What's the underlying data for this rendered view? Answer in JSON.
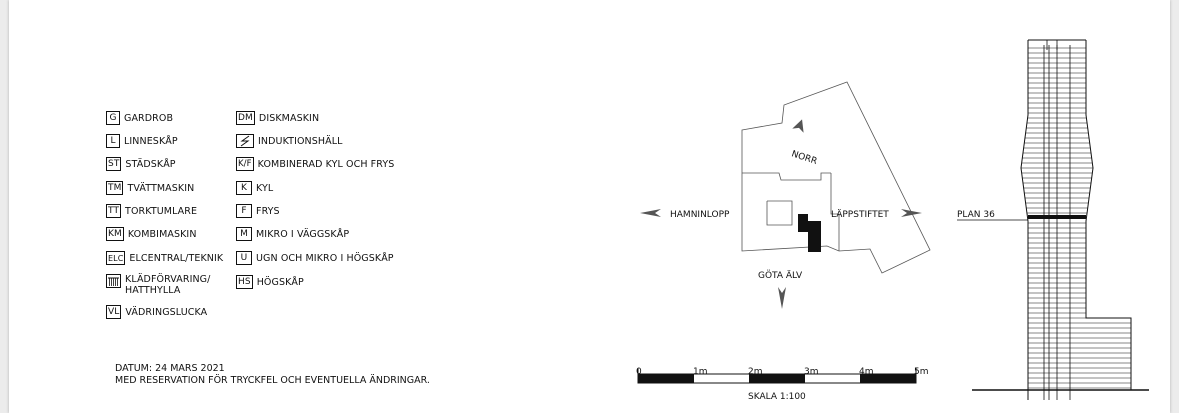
{
  "legend": {
    "col1": [
      {
        "code": "G",
        "label": "GARDROB"
      },
      {
        "code": "L",
        "label": "LINNESKÅP"
      },
      {
        "code": "ST",
        "label": "STÄDSKÅP"
      },
      {
        "code": "TM",
        "label": "TVÄTTMASKIN"
      },
      {
        "code": "TT",
        "label": "TORKTUMLARE"
      },
      {
        "code": "KM",
        "label": "KOMBIMASKIN"
      },
      {
        "code": "ELC",
        "label": "ELCENTRAL/TEKNIK"
      },
      {
        "code": "",
        "label": "KLÄDFÖRVARING/",
        "label2": "HATTHYLLA",
        "icon": "hatrack-icon"
      },
      {
        "code": "VL",
        "label": "VÄDRINGSLUCKA"
      }
    ],
    "col2": [
      {
        "code": "DM",
        "label": "DISKMASKIN"
      },
      {
        "code": "",
        "label": "INDUKTIONSHÄLL",
        "icon": "induction-icon"
      },
      {
        "code": "K/F",
        "label": "KOMBINERAD KYL OCH FRYS"
      },
      {
        "code": "K",
        "label": "KYL"
      },
      {
        "code": "F",
        "label": "FRYS"
      },
      {
        "code": "M",
        "label": "MIKRO I VÄGGSKÅP"
      },
      {
        "code": "U",
        "label": "UGN OCH MIKRO I HÖGSKÅP"
      },
      {
        "code": "HS",
        "label": "HÖGSKÅP"
      }
    ]
  },
  "footer": {
    "date": "DATUM: 24 MARS 2021",
    "disclaimer": "MED RESERVATION FÖR TRYCKFEL OCH EVENTUELLA ÄNDRINGAR."
  },
  "siteplan": {
    "north": "NORR",
    "west": "HAMNINLOPP",
    "east": "LÄPPSTIFTET",
    "south": "GÖTA ÄLV"
  },
  "scale": {
    "ticks": [
      "0",
      "1m",
      "2m",
      "3m",
      "4m",
      "5m"
    ],
    "label": "SKALA 1:100"
  },
  "tower": {
    "floor_label": "PLAN 36"
  },
  "colors": {
    "ink": "#111111",
    "paper": "#ffffff",
    "background": "#ececec"
  }
}
